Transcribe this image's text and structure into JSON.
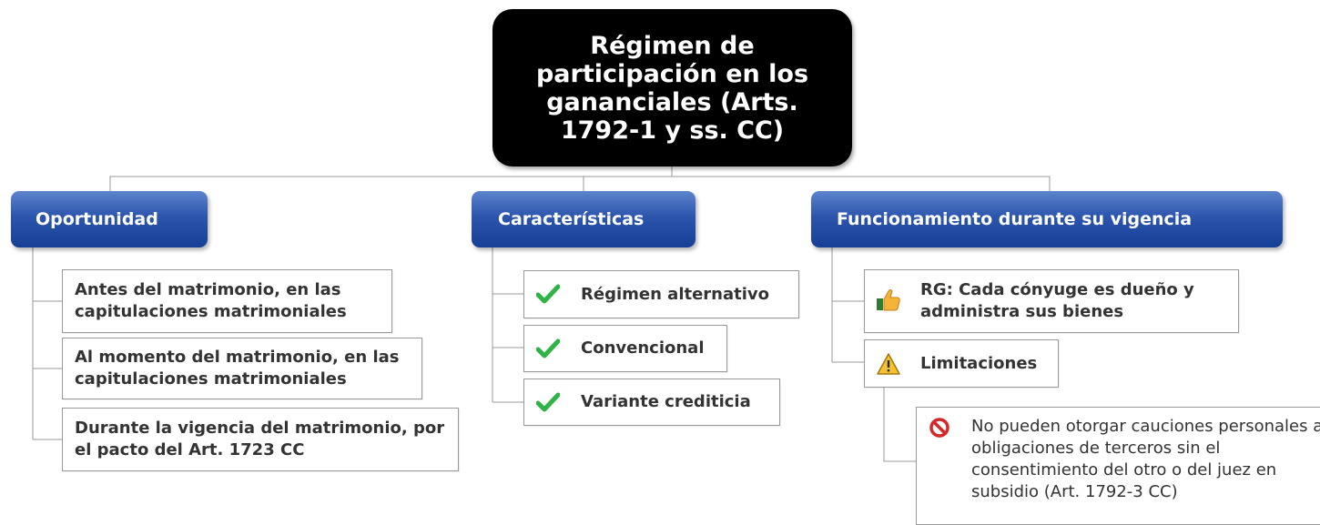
{
  "root": {
    "title": "Régimen de participación en los gananciales (Arts. 1792-1 y ss. CC)"
  },
  "branches": [
    {
      "label": "Oportunidad",
      "children": [
        {
          "text": "Antes del matrimonio, en las capitulaciones matrimoniales"
        },
        {
          "text": "Al momento del matrimonio, en las capitulaciones matrimoniales"
        },
        {
          "text": "Durante la vigencia del matrimonio, por el pacto del Art. 1723 CC"
        }
      ]
    },
    {
      "label": "Características",
      "children": [
        {
          "text": "Régimen alternativo",
          "icon": "checkmark-icon"
        },
        {
          "text": "Convencional",
          "icon": "checkmark-icon"
        },
        {
          "text": "Variante crediticia",
          "icon": "checkmark-icon"
        }
      ]
    },
    {
      "label": "Funcionamiento durante su vigencia",
      "children": [
        {
          "text": "RG: Cada cónyuge es dueño y administra sus bienes",
          "icon": "thumbs-up-icon"
        },
        {
          "text": "Limitaciones",
          "icon": "warning-icon",
          "children": [
            {
              "text": "No pueden otorgar cauciones personales a obligaciones de terceros sin el consentimiento del otro o del juez en subsidio (Art. 1792-3 CC)",
              "icon": "prohibited-icon"
            }
          ]
        }
      ]
    }
  ],
  "colors": {
    "root_bg": "#000000",
    "branch_top": "#5d84cc",
    "branch_bottom": "#163f96",
    "checkmark": "#2fb344",
    "prohibited": "#d62828",
    "warning": "#f2c230",
    "connector": "#999999"
  }
}
